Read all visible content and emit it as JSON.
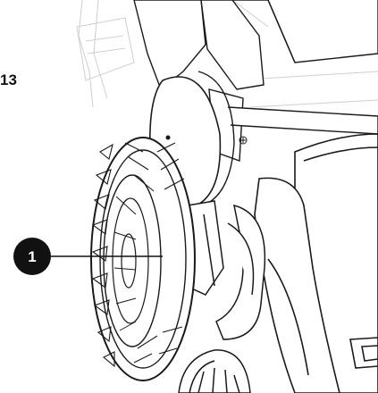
{
  "figure": {
    "number_label": "13",
    "callouts": [
      {
        "label": "1"
      }
    ],
    "colors": {
      "line": "#1a1a1a",
      "faint": "#c9c9c9",
      "callout_fill": "#111111",
      "callout_text": "#ffffff",
      "background": "#ffffff"
    },
    "parts": [
      "wheel",
      "tyre-tread",
      "hub-cap",
      "height-adjust-lever",
      "grass-box-frame",
      "handle-mount"
    ]
  }
}
